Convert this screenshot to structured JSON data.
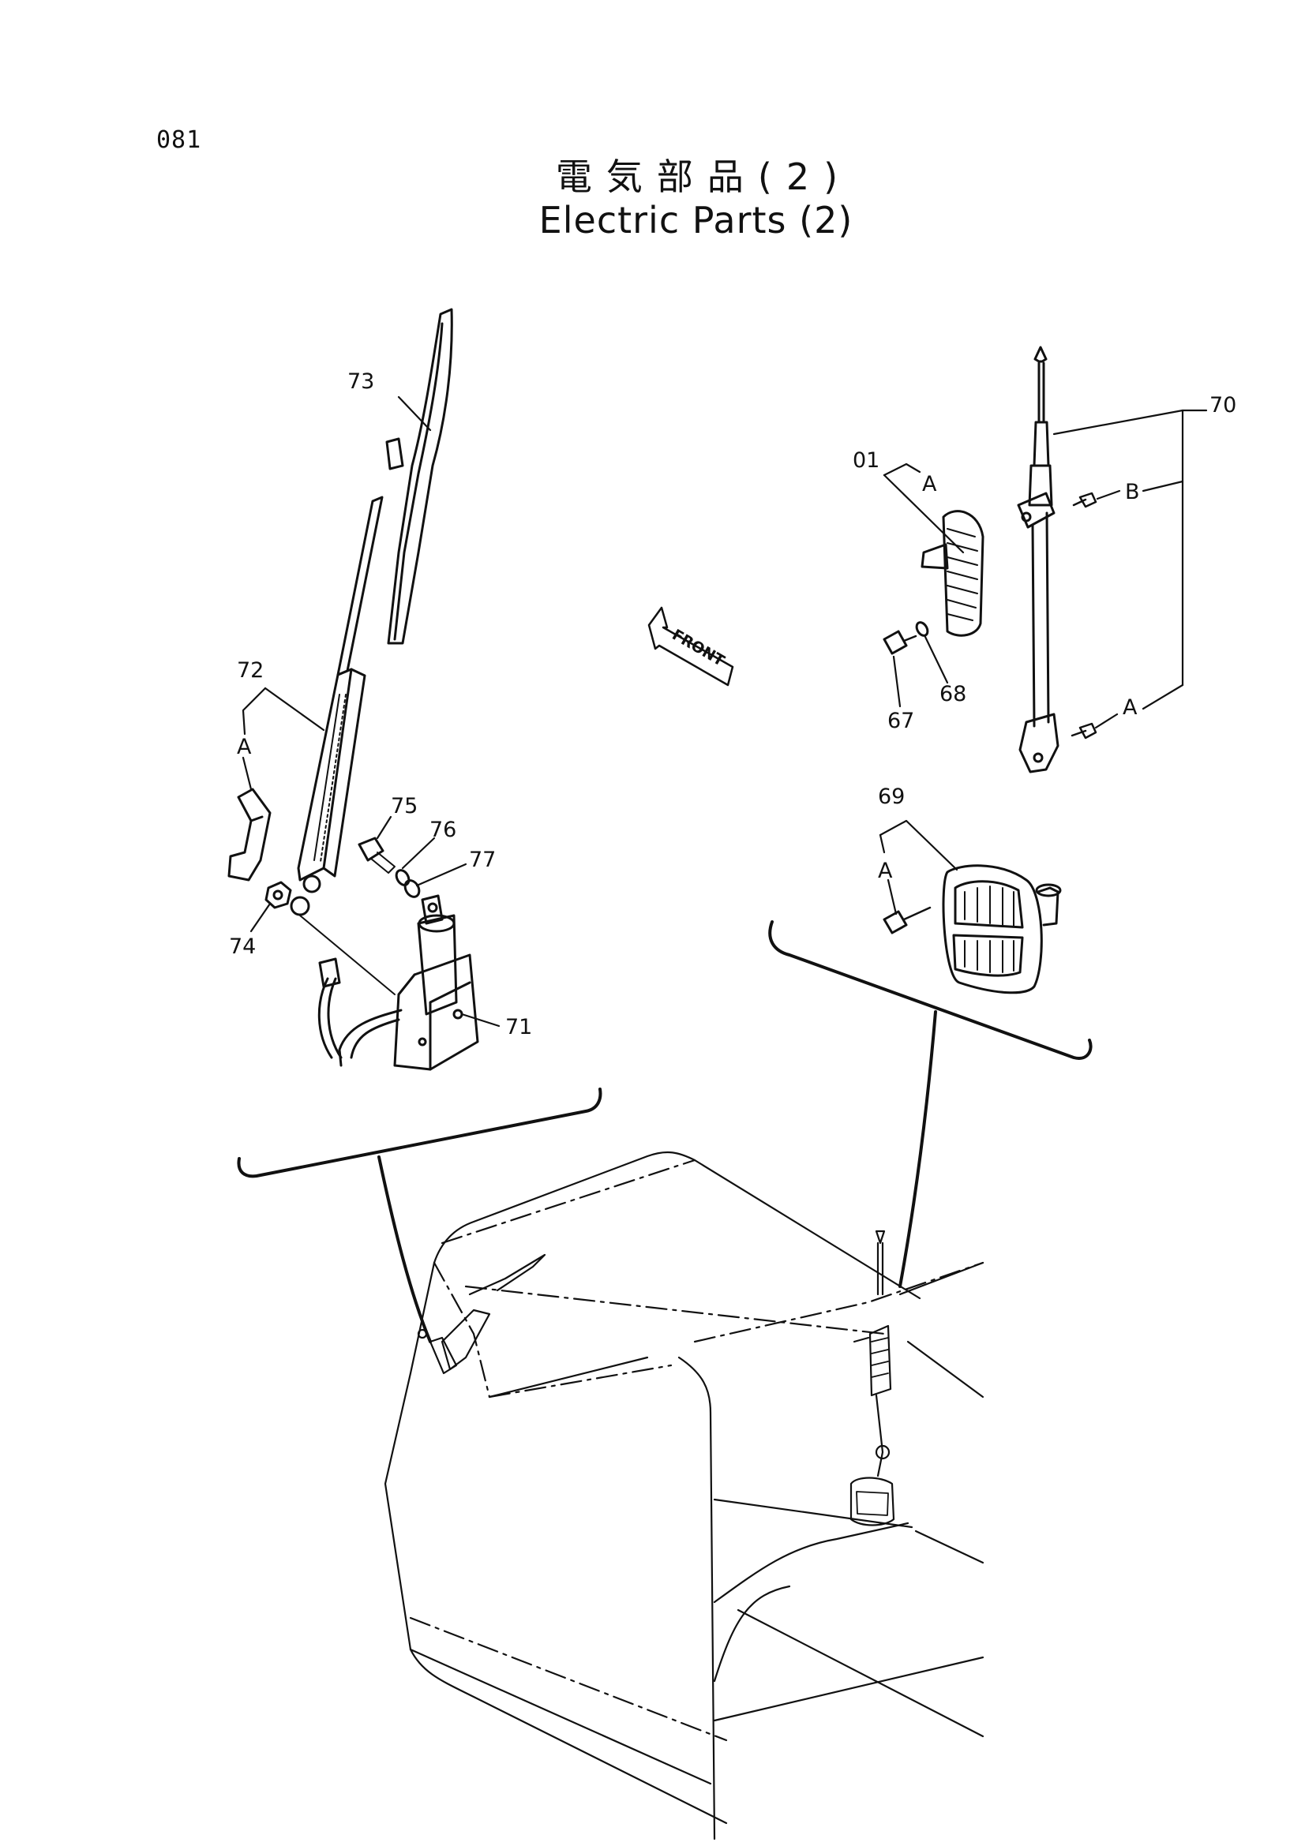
{
  "page": {
    "number": "081",
    "title_ja": "電気部品(2)",
    "title_en": "Electric Parts (2)"
  },
  "diagram": {
    "front_label": "FRONT",
    "callouts": {
      "p70": "70",
      "p01": "01",
      "p67": "67",
      "p68": "68",
      "p69": "69",
      "p71": "71",
      "p72": "72",
      "p73": "73",
      "p74": "74",
      "p75": "75",
      "p76": "76",
      "p77": "77",
      "refA1": "A",
      "refA2": "A",
      "refA3": "A",
      "refA4": "A",
      "refB": "B"
    }
  }
}
